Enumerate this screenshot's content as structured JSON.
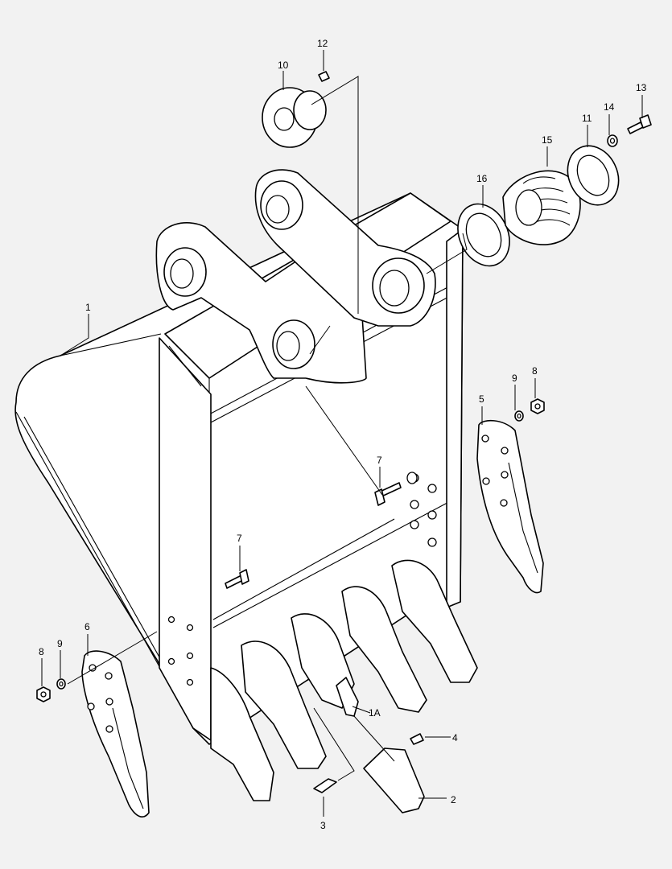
{
  "background_color": "#f2f2f2",
  "line_color": "#000000",
  "callouts": {
    "bucket": "1",
    "tooth_adapter": "1A",
    "tooth": "2",
    "lock_pin": "3",
    "retainer": "4",
    "side_cutter_right": "5",
    "side_cutter_left": "6",
    "bolt_upper": "7",
    "bolt_lower": "7",
    "nut_right": "8",
    "nut_left": "8",
    "washer_right": "9",
    "washer_left": "9",
    "bushing_cap": "10",
    "plate_11": "11",
    "pin_12": "12",
    "screw_13": "13",
    "washer_14": "14",
    "shim_pack": "15",
    "plate_16": "16"
  }
}
